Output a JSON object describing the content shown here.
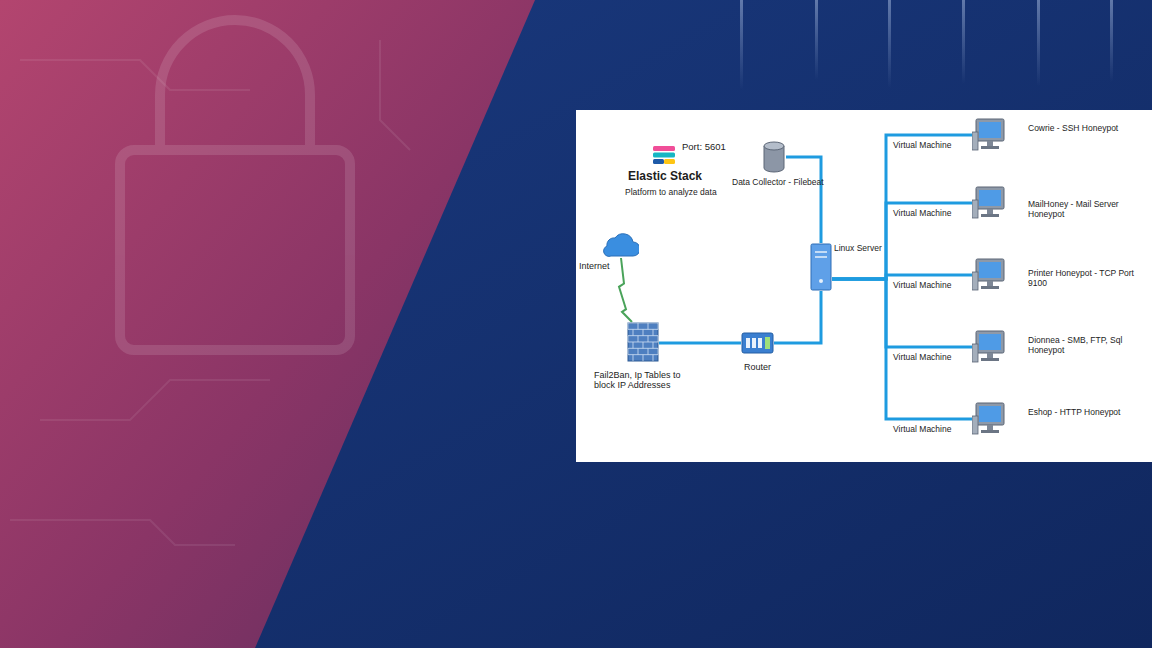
{
  "diagram": {
    "nodes": [
      {
        "text": [
          "Internet"
        ]
      },
      {
        "text": [
          "Port: 5601",
          "Elastic Stack",
          "Platform to analyze data"
        ]
      },
      {
        "text": [
          "Data Collector - Filebeat"
        ]
      },
      {
        "text": [
          "Fail2Ban, Ip Tables to block IP Addresses"
        ]
      },
      {
        "text": [
          "Router"
        ]
      },
      {
        "text": [
          "Linux Server"
        ]
      },
      {
        "text": [
          "Cowrie - SSH Honeypot"
        ]
      },
      {
        "text": [
          "MailHoney - Mail Server Honeypot"
        ]
      },
      {
        "text": [
          "Printer Honeypot - TCP Port 9100"
        ]
      },
      {
        "text": [
          "Dionnea - SMB, FTP, Sql Honeypot"
        ]
      },
      {
        "text": [
          "Eshop - HTTP Honeypot"
        ]
      }
    ],
    "edges": [
      {
        "from": 0,
        "to": 3,
        "arrow": "none"
      },
      {
        "from": 3,
        "to": 4,
        "arrow": "none"
      },
      {
        "from": 4,
        "to": 5,
        "arrow": "none"
      },
      {
        "from": 2,
        "to": 5,
        "arrow": "none"
      },
      {
        "from": 5,
        "to": 6,
        "arrow": "none",
        "label": "Virtual Machine"
      },
      {
        "from": 5,
        "to": 7,
        "arrow": "none",
        "label": "Virtual Machine"
      },
      {
        "from": 5,
        "to": 8,
        "arrow": "none",
        "label": "Virtual Machine"
      },
      {
        "from": 5,
        "to": 9,
        "arrow": "none",
        "label": "Virtual Machine"
      },
      {
        "from": 5,
        "to": 10,
        "arrow": "none",
        "label": "Virtual Machine"
      }
    ]
  }
}
